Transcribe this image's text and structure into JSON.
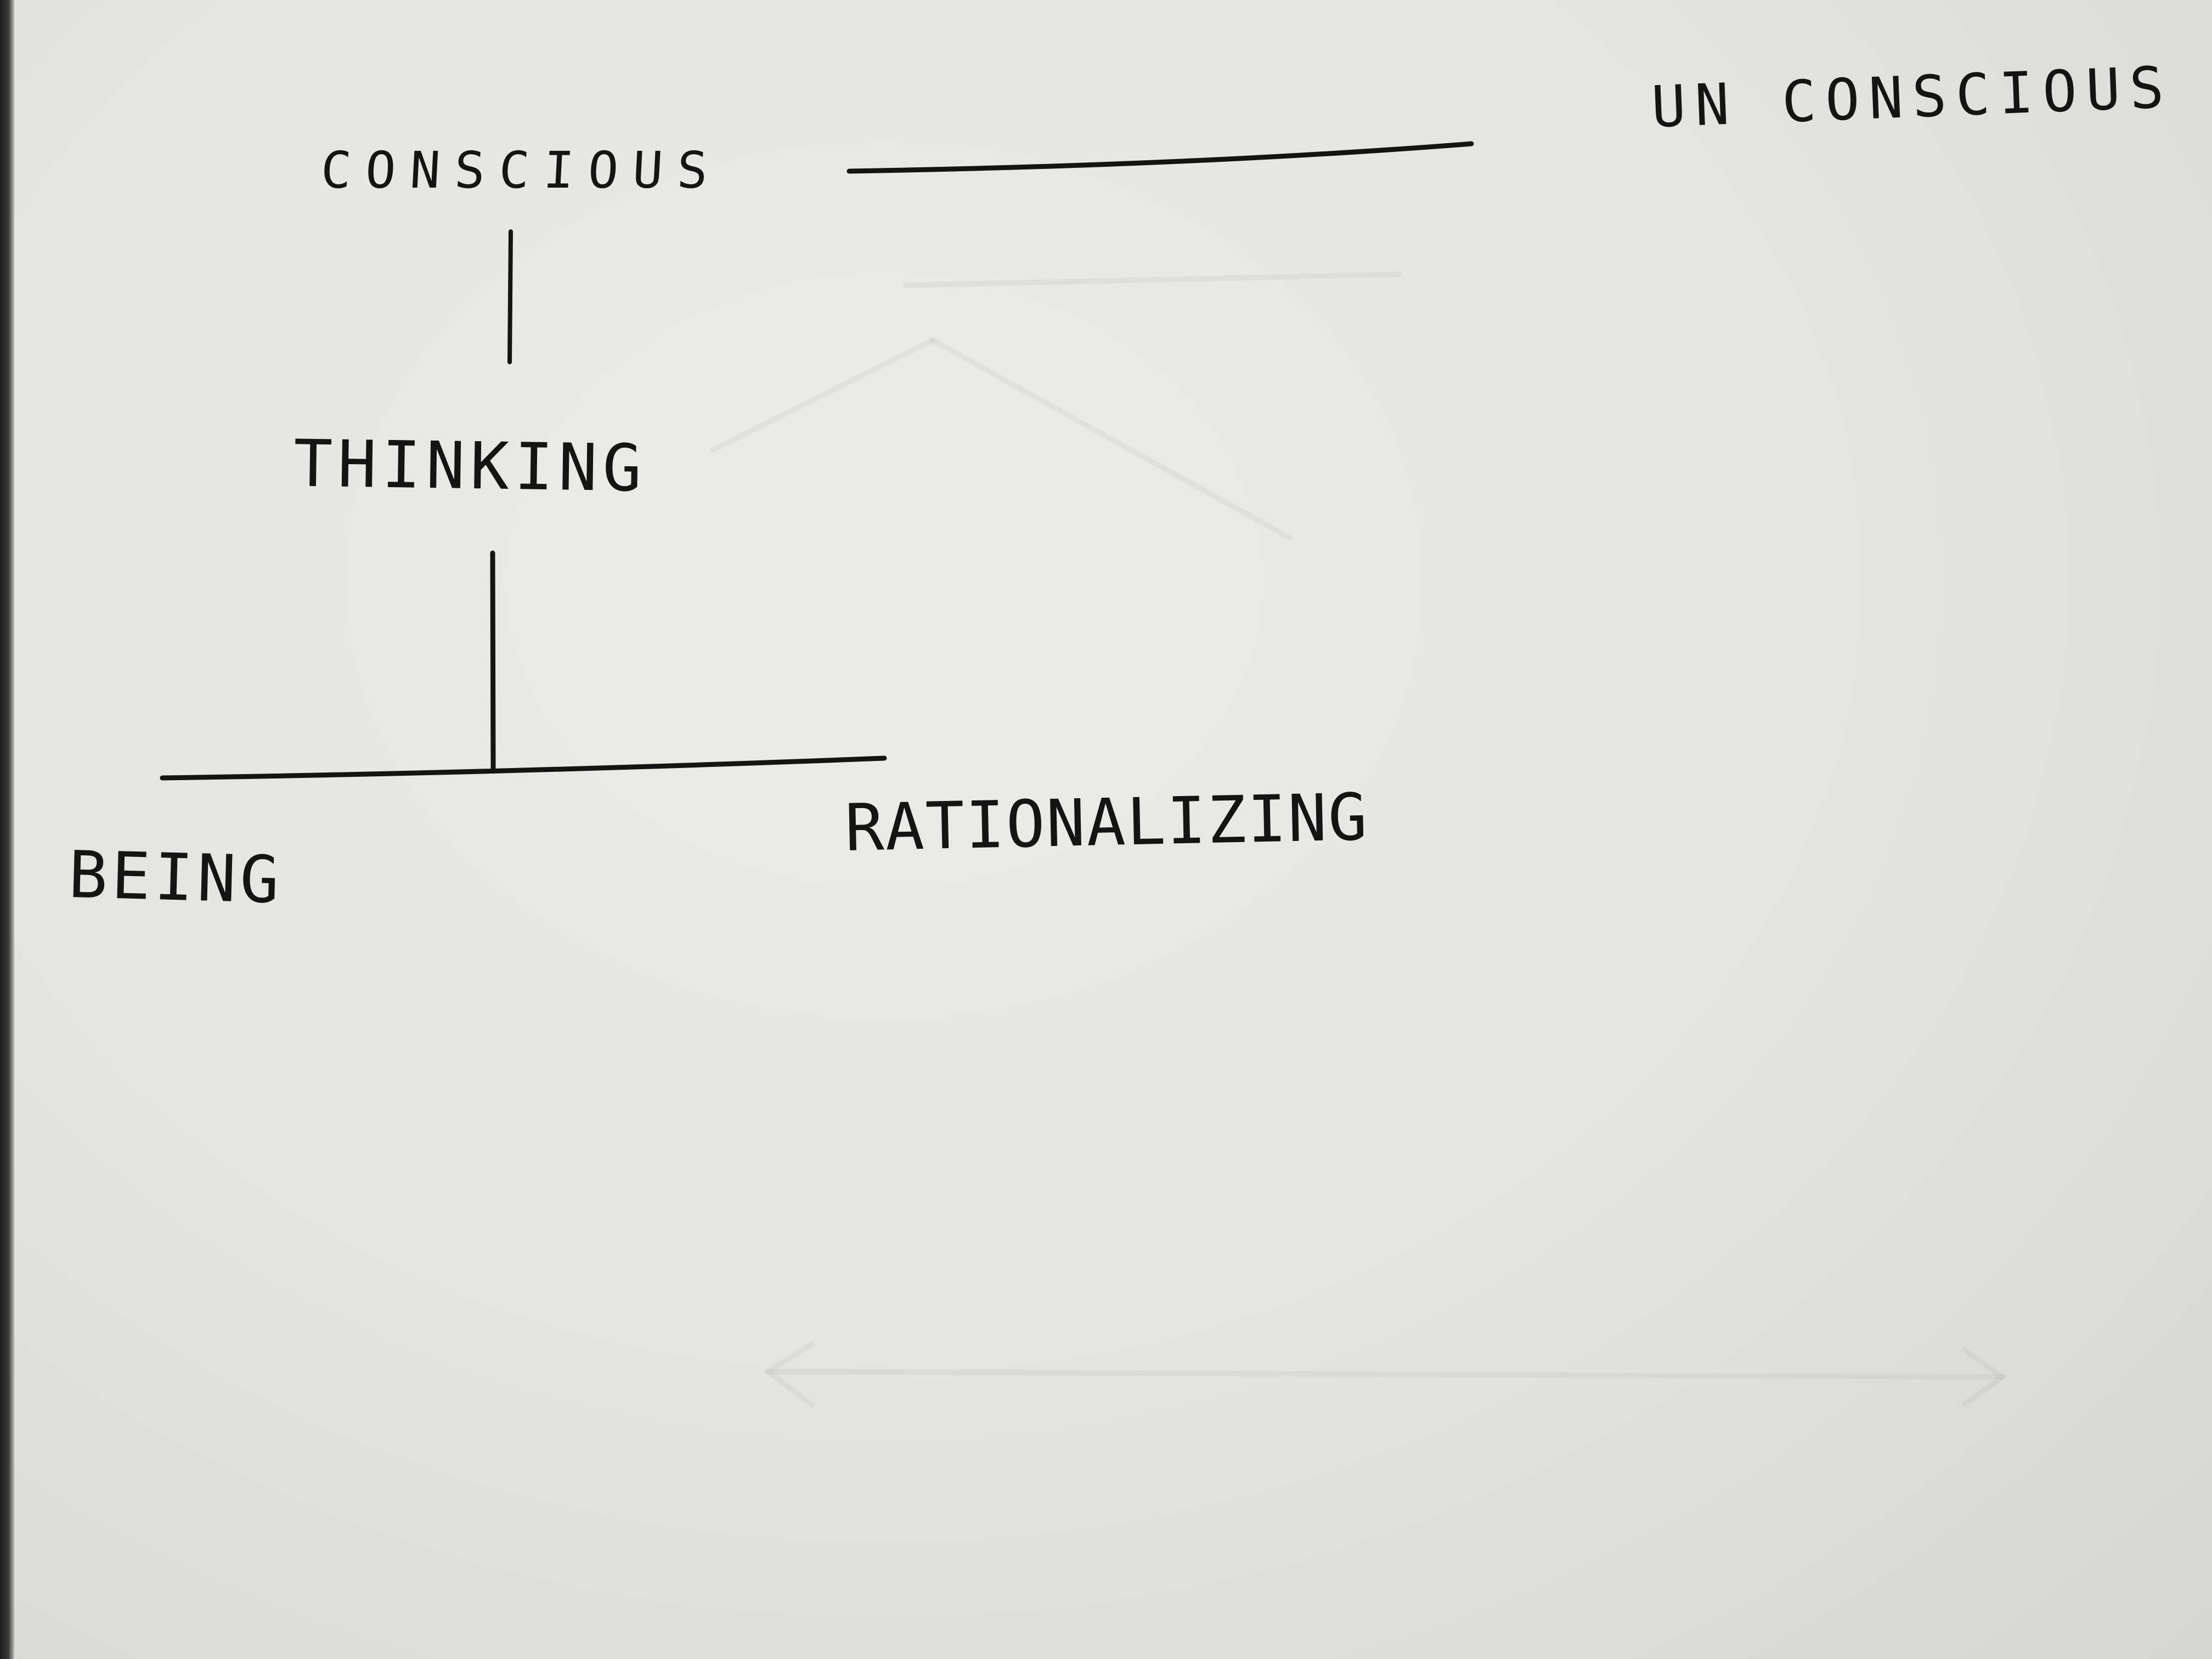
{
  "diagram": {
    "labels": {
      "conscious": "CONSCIOUS",
      "unconscious": "UN CONSCIOUS",
      "thinking": "THINKING",
      "being": "BEING",
      "rationalizing": "RATIONALIZING"
    },
    "colors": {
      "ink": "#141414",
      "paper": "#e6e6e2"
    }
  }
}
